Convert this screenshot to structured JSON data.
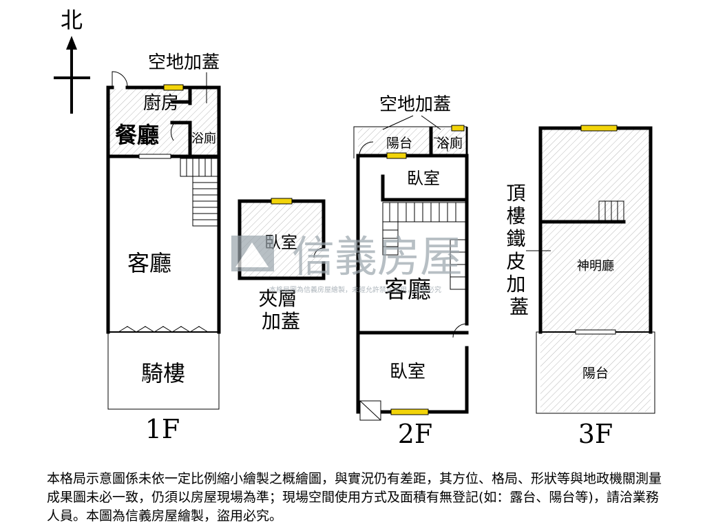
{
  "compass": {
    "north_label": "北"
  },
  "floors": {
    "f1": {
      "floor_label": "1F",
      "annex_label": "空地加蓋",
      "rooms": {
        "kitchen": "廚房",
        "dining": "餐廳",
        "bathroom": "浴廁",
        "living": "客廳",
        "arcade": "騎樓"
      }
    },
    "mezzanine": {
      "room": "臥室",
      "annex_label": "夾層\n加蓋"
    },
    "f2": {
      "floor_label": "2F",
      "annex_label": "空地加蓋",
      "rooms": {
        "balcony": "陽台",
        "bathroom": "浴廁",
        "bedroom_top": "臥室",
        "living": "客廳",
        "bedroom_bottom": "臥室"
      }
    },
    "f3": {
      "floor_label": "3F",
      "annex_label": "頂樓鐵皮加蓋",
      "rooms": {
        "shrine_hall": "神明廳",
        "balcony": "陽台"
      }
    }
  },
  "watermark": {
    "brand": "信義房屋",
    "notice": "本格局圖為信義房屋繪製，未經允許禁止使用，違者必究"
  },
  "disclaimer": "本格局示意圖係未依一定比例縮小繪製之概繪圖，與實況仍有差距，其方位、格局、形狀等與地政機關測量成果圖未必一致，仍須以房屋現場為準；現場空間使用方式及面積有無登記(如：露台、陽台等)，請洽業務人員。本圖為信義房屋繪製，盜用必究。",
  "colors": {
    "wall": "#000000",
    "window": "#f2d40a",
    "hatch": "#b8b8b8",
    "watermark": "#9aa4ac"
  }
}
